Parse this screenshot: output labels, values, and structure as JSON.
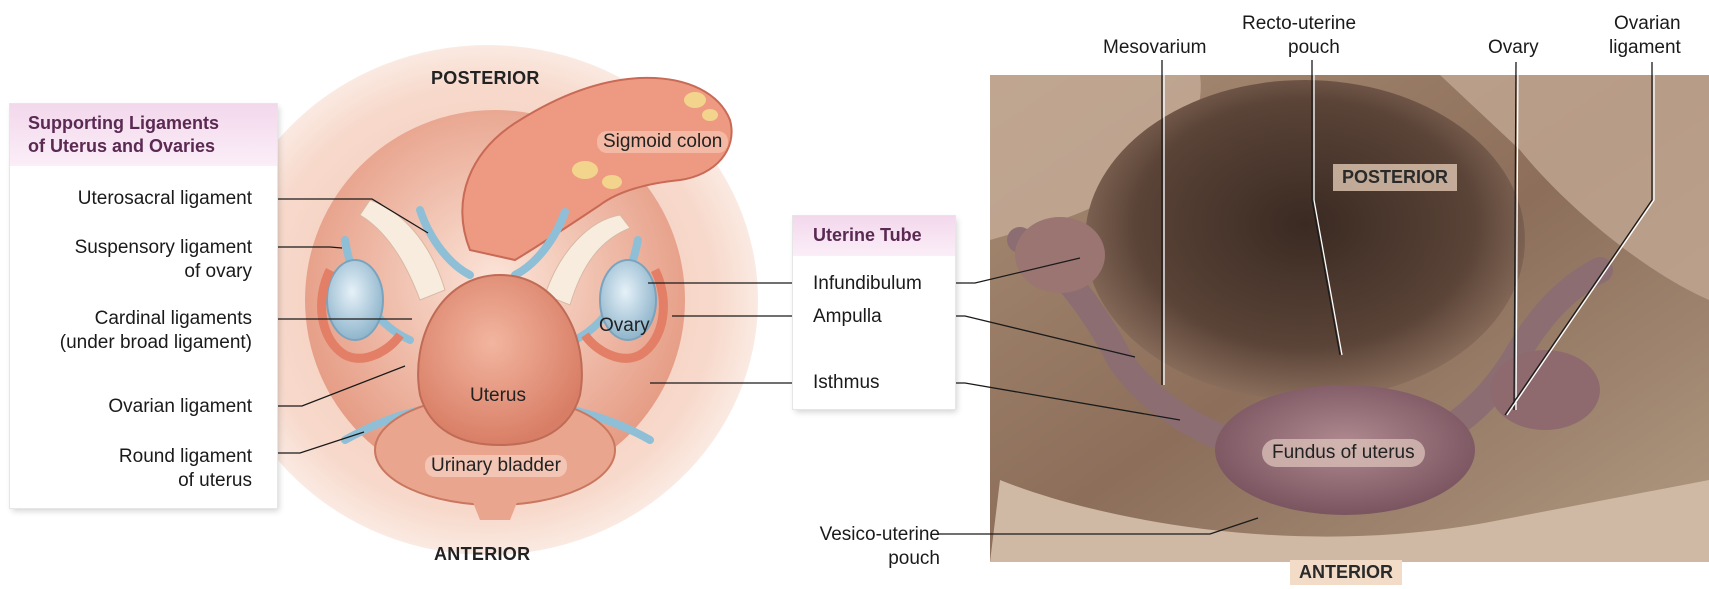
{
  "illustration": {
    "posterior": "POSTERIOR",
    "anterior": "ANTERIOR",
    "legend_title": "Supporting Ligaments\nof Uterus and Ovaries",
    "legend_labels": [
      "Uterosacral ligament",
      "Suspensory ligament",
      "of ovary",
      "Cardinal ligaments",
      "(under broad ligament)",
      "Ovarian ligament",
      "Round ligament",
      "of uterus"
    ],
    "organ_labels": {
      "sigmoid_colon": "Sigmoid colon",
      "ovary": "Ovary",
      "uterus": "Uterus",
      "urinary_bladder": "Urinary bladder"
    }
  },
  "uterine_tube": {
    "title": "Uterine Tube",
    "labels": [
      "Infundibulum",
      "Ampulla",
      "Isthmus"
    ]
  },
  "photo": {
    "posterior": "POSTERIOR",
    "anterior": "ANTERIOR",
    "fundus": "Fundus of uterus",
    "top_labels": {
      "mesovarium": "Mesovarium",
      "recto_uterine_1": "Recto-uterine",
      "recto_uterine_2": "pouch",
      "ovary": "Ovary",
      "ovarian_ligament_1": "Ovarian",
      "ovarian_ligament_2": "ligament"
    },
    "vesico_uterine_1": "Vesico-uterine",
    "vesico_uterine_2": "pouch"
  },
  "colors": {
    "accent_header": "#f3d8ec",
    "title_text": "#5b2a53",
    "tissue": "#e9a58e",
    "ligament": "#8fbfd6"
  }
}
